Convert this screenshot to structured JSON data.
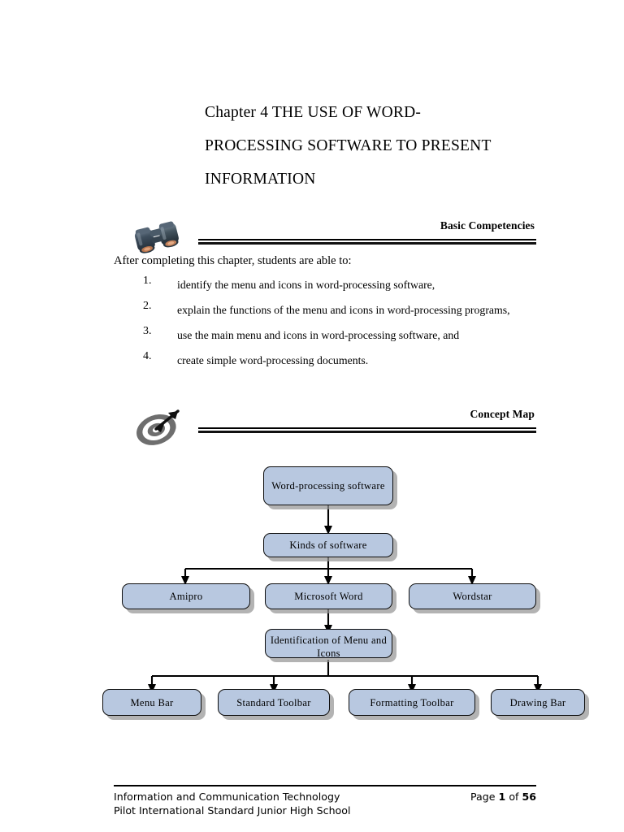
{
  "document": {
    "title_lines": [
      "Chapter 4 THE USE OF WORD-",
      "PROCESSING SOFTWARE TO PRESENT",
      "INFORMATION"
    ]
  },
  "basic_competencies": {
    "heading": "Basic Competencies",
    "icon": "binoculars-icon",
    "lead_in": "After completing this chapter, students are able to:",
    "items": [
      {
        "number": "1.",
        "text": "identify the menu and icons in word-processing software,"
      },
      {
        "number": "2.",
        "text": "explain the functions of the menu and icons in word-processing programs,"
      },
      {
        "number": "3.",
        "text": "use the main menu and icons in word-processing software, and"
      },
      {
        "number": "4.",
        "text": "create simple word-processing documents."
      }
    ]
  },
  "concept_map": {
    "heading": "Concept Map",
    "icon": "target-arrow-icon",
    "node_fill": "#b8c8e0",
    "node_border": "#0d0d0d",
    "shadow_color": "#969696",
    "nodes": {
      "root": "Word-processing software",
      "kinds": "Kinds of software",
      "software": [
        "Amipro",
        "Microsoft Word",
        "Wordstar"
      ],
      "identification": "Identification of Menu and Icons",
      "components": [
        "Menu Bar",
        "Standard Toolbar",
        "Formatting Toolbar",
        "Drawing Bar"
      ]
    }
  },
  "footer": {
    "line1": "Information and Communication Technology",
    "line2": "Pilot International Standard Junior High School",
    "page_prefix": "Page",
    "page_number": "1",
    "page_of": "of",
    "page_total": "56"
  }
}
